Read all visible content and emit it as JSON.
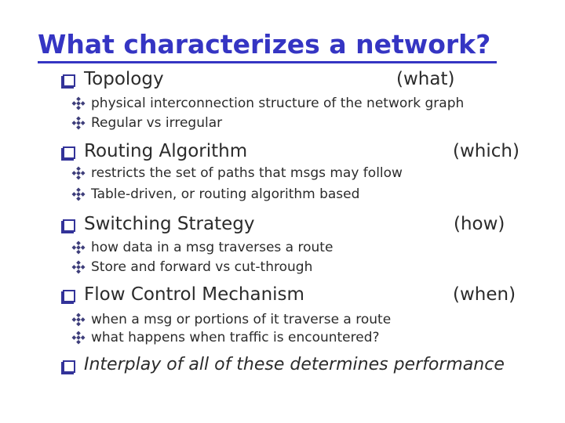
{
  "slide": {
    "title": "What characterizes a network?",
    "sections": [
      {
        "heading": "Topology",
        "paren": "(what)",
        "subs": [
          "physical interconnection structure of the network graph",
          "Regular vs irregular"
        ]
      },
      {
        "heading": "Routing Algorithm",
        "paren": "(which)",
        "subs": [
          "restricts the set of paths that msgs may follow",
          "Table-driven, or routing algorithm based"
        ]
      },
      {
        "heading": "Switching Strategy",
        "paren": "(how)",
        "subs": [
          "how data in a msg traverses a route",
          "Store and forward vs cut-through"
        ]
      },
      {
        "heading": "Flow Control Mechanism",
        "paren": "(when)",
        "subs": [
          "when a msg or portions of it traverse a route",
          "what happens when traffic is encountered?"
        ]
      },
      {
        "heading": "Interplay of all of these determines performance",
        "paren": "",
        "subs": []
      }
    ],
    "colors": {
      "title_blue": "#3535c3",
      "square_bullet_navy": "#333399",
      "diamond_bullet_indigo": "#3d3d7a",
      "body_text": "#2b2b2b",
      "background": "#ffffff"
    }
  }
}
